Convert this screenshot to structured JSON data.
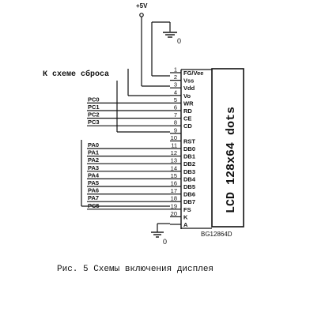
{
  "power": {
    "label": "+5V"
  },
  "ground_top": {
    "label": "0"
  },
  "ground_bottom": {
    "label": "0"
  },
  "reset_note": {
    "label": "К схеме сброса"
  },
  "lcd": {
    "label": "LCD 128x64 dots",
    "part_number": "BG12864D"
  },
  "pins": [
    {
      "num": "1",
      "name": "FG/Vee",
      "net": ""
    },
    {
      "num": "2",
      "name": "Vss",
      "net": ""
    },
    {
      "num": "3",
      "name": "Vdd",
      "net": ""
    },
    {
      "num": "4",
      "name": "Vo",
      "net": ""
    },
    {
      "num": "5",
      "name": "WR",
      "net": "PC0"
    },
    {
      "num": "6",
      "name": "RD",
      "net": "PC1"
    },
    {
      "num": "7",
      "name": "CE",
      "net": "PC2"
    },
    {
      "num": "8",
      "name": "CD",
      "net": "PC3"
    },
    {
      "num": "9",
      "name": "",
      "net": ""
    },
    {
      "num": "10",
      "name": "RST",
      "net": ""
    },
    {
      "num": "11",
      "name": "DB0",
      "net": "PA0"
    },
    {
      "num": "12",
      "name": "DB1",
      "net": "PA1"
    },
    {
      "num": "13",
      "name": "DB2",
      "net": "PA2"
    },
    {
      "num": "14",
      "name": "DB3",
      "net": "PA3"
    },
    {
      "num": "15",
      "name": "DB4",
      "net": "PA4"
    },
    {
      "num": "16",
      "name": "DB5",
      "net": "PA5"
    },
    {
      "num": "17",
      "name": "DB6",
      "net": "PA6"
    },
    {
      "num": "18",
      "name": "DB7",
      "net": "PA7"
    },
    {
      "num": "19",
      "name": "FS",
      "net": "PC5"
    },
    {
      "num": "20",
      "name": "K",
      "net": ""
    },
    {
      "num": "",
      "name": "A",
      "net": ""
    }
  ],
  "caption": {
    "text": "Рис. 5 Схемы включения дисплея"
  }
}
